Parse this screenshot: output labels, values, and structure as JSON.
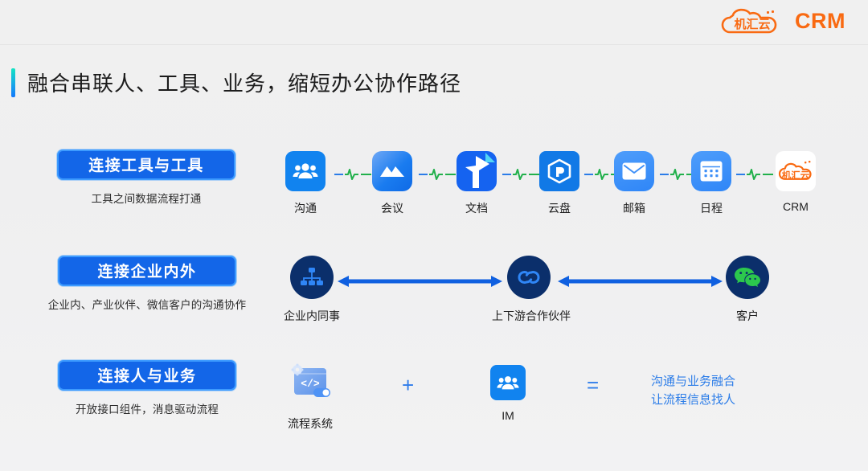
{
  "brand": {
    "logo_text": "机汇云",
    "product": "CRM",
    "logo_color": "#f96a12"
  },
  "title": {
    "text": "融合串联人、工具、业务，缩短办公协作路径"
  },
  "rows": [
    {
      "id": "connect-tools",
      "pill": "连接工具与工具",
      "sub": "工具之间数据流程打通",
      "nodes": [
        {
          "icon": "chat-icon",
          "label": "沟通"
        },
        {
          "icon": "meeting-icon",
          "label": "会议"
        },
        {
          "icon": "document-icon",
          "label": "文档"
        },
        {
          "icon": "clouddisk-icon",
          "label": "云盘"
        },
        {
          "icon": "mail-icon",
          "label": "邮箱"
        },
        {
          "icon": "calendar-icon",
          "label": "日程"
        },
        {
          "icon": "crm-logo-icon",
          "label": "CRM"
        }
      ],
      "connector": "pulse-line"
    },
    {
      "id": "connect-enterprise",
      "pill": "连接企业内外",
      "sub": "企业内、产业伙伴、微信客户的沟通协作",
      "nodes": [
        {
          "icon": "org-chart-icon",
          "label": "企业内同事"
        },
        {
          "icon": "link-icon",
          "label": "上下游合作伙伴"
        },
        {
          "icon": "wechat-icon",
          "label": "客户"
        }
      ],
      "connector": "double-arrow"
    },
    {
      "id": "connect-people-business",
      "pill": "连接人与业务",
      "sub": "开放接口组件，消息驱动流程",
      "nodes": [
        {
          "icon": "process-system-icon",
          "label": "流程系统"
        },
        {
          "icon": "im-icon",
          "label": "IM"
        }
      ],
      "operators": {
        "plus": "+",
        "equals": "="
      },
      "result": {
        "line1": "沟通与业务融合",
        "line2": "让流程信息找人"
      }
    }
  ],
  "colors": {
    "accent_blue": "#1366e8",
    "pill_border": "#3d9bff",
    "navy": "#0b2f6b",
    "orange": "#f96a12",
    "green": "#22c35e",
    "result_text": "#2b7ce8",
    "background": "#efefef"
  }
}
